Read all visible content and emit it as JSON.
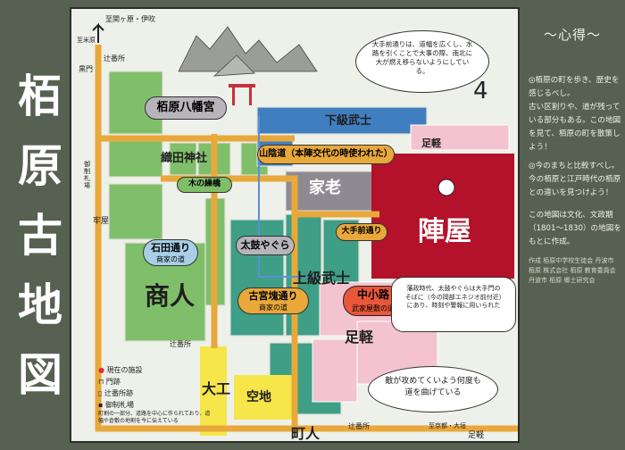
{
  "title_vertical": [
    "栢",
    "原",
    "古",
    "地",
    "図"
  ],
  "map": {
    "top_road": "至関ヶ原・伊吹",
    "top_left_road": "至米原",
    "bottom_right_road": "至京都・大垣",
    "north_arrow": "北",
    "scale_label": "4",
    "shrine_label": "栢原八幡宮",
    "temple_label": "織田神社",
    "gate_label": "木の繰橋",
    "upper_samurai": "下級武士",
    "sanin_road": "山陰道（本陣交代の時使われた）",
    "karou": "家老",
    "jinya": "陣屋",
    "otemae": "大手前通り",
    "ishida": "石田通り",
    "ishida_sub": "商家の道",
    "taiko": "太鼓やぐら",
    "kojo": "古宮塊通り",
    "kojo_sub": "商家の道",
    "jokyu": "上級武士",
    "nakakoji": "中小路",
    "nakakoji_sub": "武家屋敷の道",
    "shonin": "商人",
    "ashigaru1": "足軽",
    "ashigaru2": "足軽",
    "ashigaru3": "足軽",
    "daiku": "大工",
    "akichi": "空地",
    "chonin": "町人",
    "kuromon": "黒門",
    "tsujiban_label": "辻番所",
    "tsujiban2": "辻番所",
    "tsujiban3": "辻番所",
    "goya": "牢屋",
    "kamichiba": "御制札場",
    "bubble_top": "大手前通りは、道幅を広くし、水路を引くことで大事の際、南北に大が燃え移らないようにしている。",
    "bubble_mid": "藩政時代、太鼓やぐらは大手門のそばに（今の岡部エネジオ前付近）にあり、時刻や警報に用いられた",
    "bubble_bottom": "敵が攻めてくいよう何度も道を曲げている"
  },
  "legend": {
    "item1": "現在の施設",
    "item2": "門跡",
    "item3": "辻番所跡",
    "item4": "御制札場",
    "note": "町割の一部分、道路を中心に作られており、道幅や倉敷の地割を今に伝えている"
  },
  "side": {
    "heading": "～心得～",
    "p1": "◎栢原の町を歩き、歴史を感じるべし。",
    "p2": "古い区割りや、道が残っている部分もある。この地図を見て、栢原の町を散策しよう！",
    "p3": "◎今のまちと比較すべし。",
    "p4": "今の栢原と江戸時代の栢原との違いを見つけよう！",
    "p5": "この地図は文化、文政期（1801～1830）の地図をもとに作成。",
    "credits": "作成 栢原中学校生徒会 丹波市 栢原 株式会社 栢原 教育委員会 丹波市 栢原 郷土研究会"
  },
  "colors": {
    "orange_road": "#e8a83a",
    "green_block": "#7fbf6a",
    "teal_block": "#3e9e86",
    "jinya_red": "#b3122a",
    "blue_block": "#3f7fc0",
    "pink_block": "#f3c3cf",
    "yellow_block": "#f6e64a"
  }
}
